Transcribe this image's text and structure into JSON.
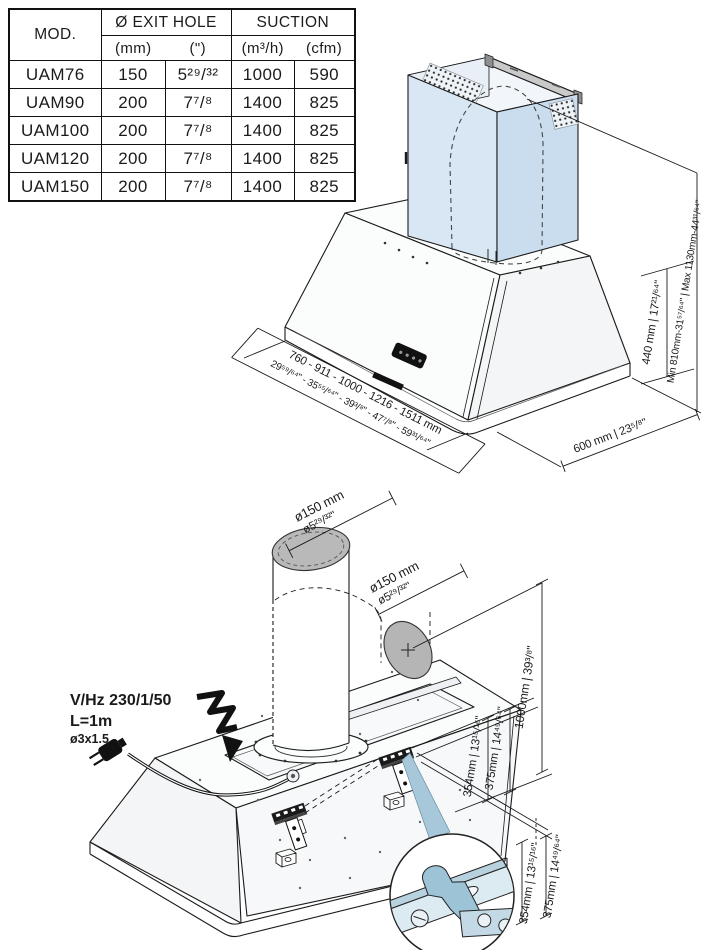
{
  "table": {
    "headers": {
      "mod": "MOD.",
      "exit_hole": "Ø EXIT HOLE",
      "suction": "SUCTION",
      "unit_mm": "(mm)",
      "unit_in": "(\")",
      "unit_m3h": "(m³/h)",
      "unit_cfm": "(cfm)"
    },
    "rows": [
      {
        "model": "UAM76",
        "exit_mm": "150",
        "exit_in": "5²⁹/³²",
        "suction_m3h": "1000",
        "suction_cfm": "590"
      },
      {
        "model": "UAM90",
        "exit_mm": "200",
        "exit_in": "7⁷/⁸",
        "suction_m3h": "1400",
        "suction_cfm": "825"
      },
      {
        "model": "UAM100",
        "exit_mm": "200",
        "exit_in": "7⁷/⁸",
        "suction_m3h": "1400",
        "suction_cfm": "825"
      },
      {
        "model": "UAM120",
        "exit_mm": "200",
        "exit_in": "7⁷/⁸",
        "suction_m3h": "1400",
        "suction_cfm": "825"
      },
      {
        "model": "UAM150",
        "exit_mm": "200",
        "exit_in": "7⁷/⁸",
        "suction_m3h": "1400",
        "suction_cfm": "825"
      }
    ]
  },
  "top_drawing": {
    "dim_width_mm": "760 - 911 - 1000 - 1216 - 1511 mm",
    "dim_width_in": "29⁵⁹/⁶⁴\" - 35⁵⁵/⁶⁴\" - 39³/⁸\" - 47⁷/⁸\" - 59³¹/⁶⁴\"",
    "dim_depth": "600 mm | 23⁵/⁸\"",
    "dim_height": "440 mm | 17²¹/⁶⁴\"",
    "dim_min_max": "Min 810mm-31⁵⁷/⁶⁴\" | Max 1130mm-44³¹/⁶⁴\""
  },
  "bottom_drawing": {
    "electrical": {
      "voltage": "V/Hz 230/1/50",
      "cable_length": "L=1m",
      "cable_spec": "ø3x1.5"
    },
    "duct_top": {
      "mm": "ø150 mm",
      "inch": "ø5²⁹/³²\""
    },
    "duct_rear": {
      "mm": "ø150 mm",
      "inch": "ø5²⁹/³²\""
    },
    "dim_height_1000": "1000mm | 39³/⁸\"",
    "dim_bracket_354": "354mm | 13¹⁵/¹⁶\"",
    "dim_bracket_375": "375mm | 14⁴⁹/⁶⁴\"",
    "detail_dim_354": "354mm | 13¹⁵/¹⁶\"",
    "detail_dim_375": "375mm | 14⁴⁹/⁶⁴\""
  },
  "colors": {
    "chimney_left": "#d9e6f3",
    "chimney_right": "#c9ddee",
    "line": "#1a1a1a",
    "gray_fill": "#b7b7b7",
    "detail_blue": "#9cc3d6",
    "detail_blue_light": "#dceaf2"
  }
}
